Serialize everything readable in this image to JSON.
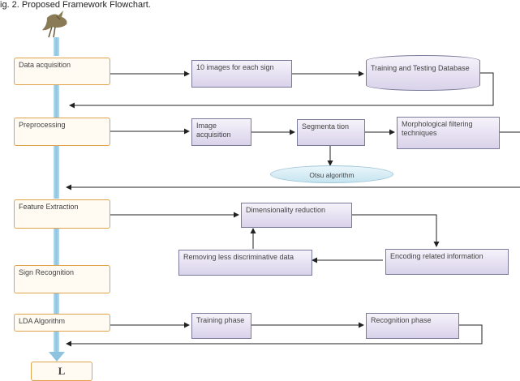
{
  "figure": {
    "caption": "ig. 2. Proposed Framework Flowchart.",
    "colors": {
      "spine": "#8ec3e0",
      "stage_border": "#e0a24a",
      "process_fill": "#ddd6ec",
      "oval_fill": "#c6e4f0",
      "arrow": "#222222"
    },
    "icons": {
      "start": "bird-icon"
    }
  },
  "stages": {
    "data_acquisition": "Data acquisition",
    "preprocessing": "Preprocessing",
    "feature_extraction": "Feature Extraction",
    "sign_recognition": "Sign Recognition",
    "lda_algorithm": "LDA Algorithm",
    "end_symbol": "L"
  },
  "processes": {
    "images_per_sign": "10 images for each sign",
    "training_db": "Training and Testing Database",
    "image_acquisition": "Image acquisition",
    "segmentation": "Segmenta tion",
    "otsu": "Otsu algorithm",
    "morphological": "Morphological filtering techniques",
    "dimensionality": "Dimensionality reduction",
    "encoding": "Encoding related information",
    "removing": "Removing less discriminative data",
    "training_phase": "Training phase",
    "recognition_phase": "Recognition phase"
  }
}
